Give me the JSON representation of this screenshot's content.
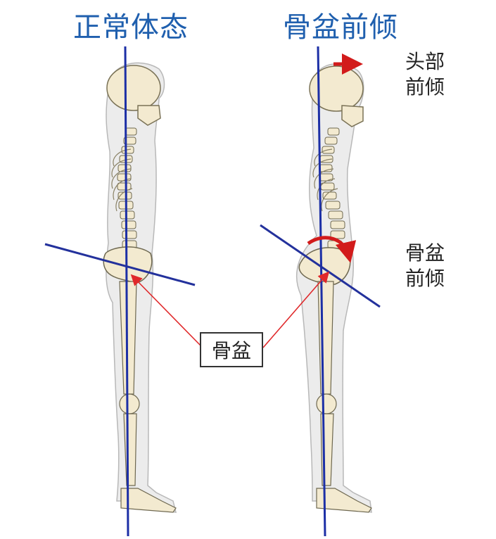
{
  "titles": {
    "normal": "正常体态",
    "tilt": "骨盆前倾"
  },
  "annotations": {
    "head_line1": "头部",
    "head_line2": "前倾",
    "pelvis_line1": "骨盆",
    "pelvis_line2": "前倾"
  },
  "callout": {
    "label": "骨盆"
  },
  "colors": {
    "plumb_line": "#1c2fa6",
    "pelvis_axis": "#23319c",
    "pointer": "#e0282a",
    "motion_arrow": "#d21b1b",
    "title": "#1f5fae"
  }
}
